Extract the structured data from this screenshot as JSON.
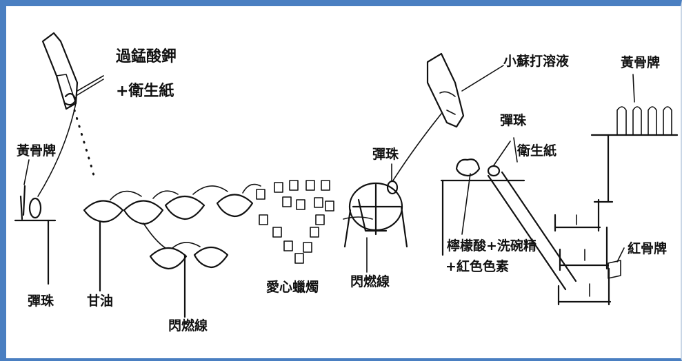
{
  "labels": {
    "potassium_permanganate": "過錳酸鉀",
    "plus_tissue": "+衛生紙",
    "yellow_domino_left": "黃骨牌",
    "marble_left": "彈珠",
    "glycerin": "甘油",
    "fuse_left": "閃燃線",
    "heart_candles": "愛心蠟燭",
    "fuse_middle": "閃燃線",
    "marble_middle": "彈珠",
    "baking_soda": "小蘇打溶液",
    "marble_right": "彈珠",
    "tissue_right": "衛生紙",
    "citric_acid": "檸檬酸+洗碗精",
    "red_pigment": "+紅色色素",
    "yellow_domino_right": "黃骨牌",
    "red_domino": "紅骨牌"
  }
}
